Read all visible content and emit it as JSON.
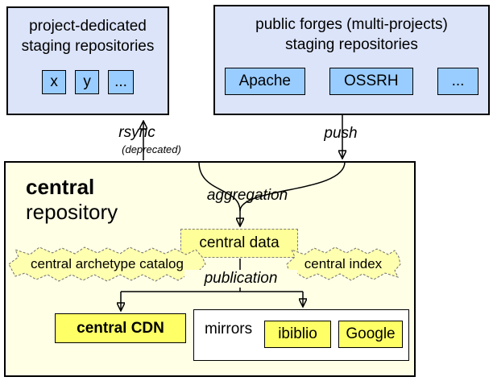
{
  "staging_left": {
    "title_line1": "project-dedicated",
    "title_line2": "staging repositories",
    "repos": [
      "x",
      "y",
      "..."
    ]
  },
  "staging_right": {
    "title_line1": "public forges (multi-projects)",
    "title_line2": "staging repositories",
    "repos": [
      "Apache",
      "OSSRH",
      "..."
    ]
  },
  "flows": {
    "rsync": "rsync",
    "rsync_note": "(deprecated)",
    "push": "push",
    "aggregation": "aggregation",
    "publication": "publication"
  },
  "central": {
    "title_bold": "central",
    "title_rest": "repository",
    "data_label": "central data",
    "archetype_catalog": "central archetype catalog",
    "index": "central index",
    "cdn": "central CDN",
    "mirrors_label": "mirrors",
    "mirrors": [
      "ibiblio",
      "Google"
    ]
  },
  "colors": {
    "staging_box_bg": "#dce4fa",
    "repo_chip_bg": "#99ccff",
    "central_bg": "#ffffe6",
    "data_box_bg": "#ffff99",
    "cloud_bg": "#ffffb0",
    "highlight_bg": "#ffff66",
    "border": "#000000"
  }
}
